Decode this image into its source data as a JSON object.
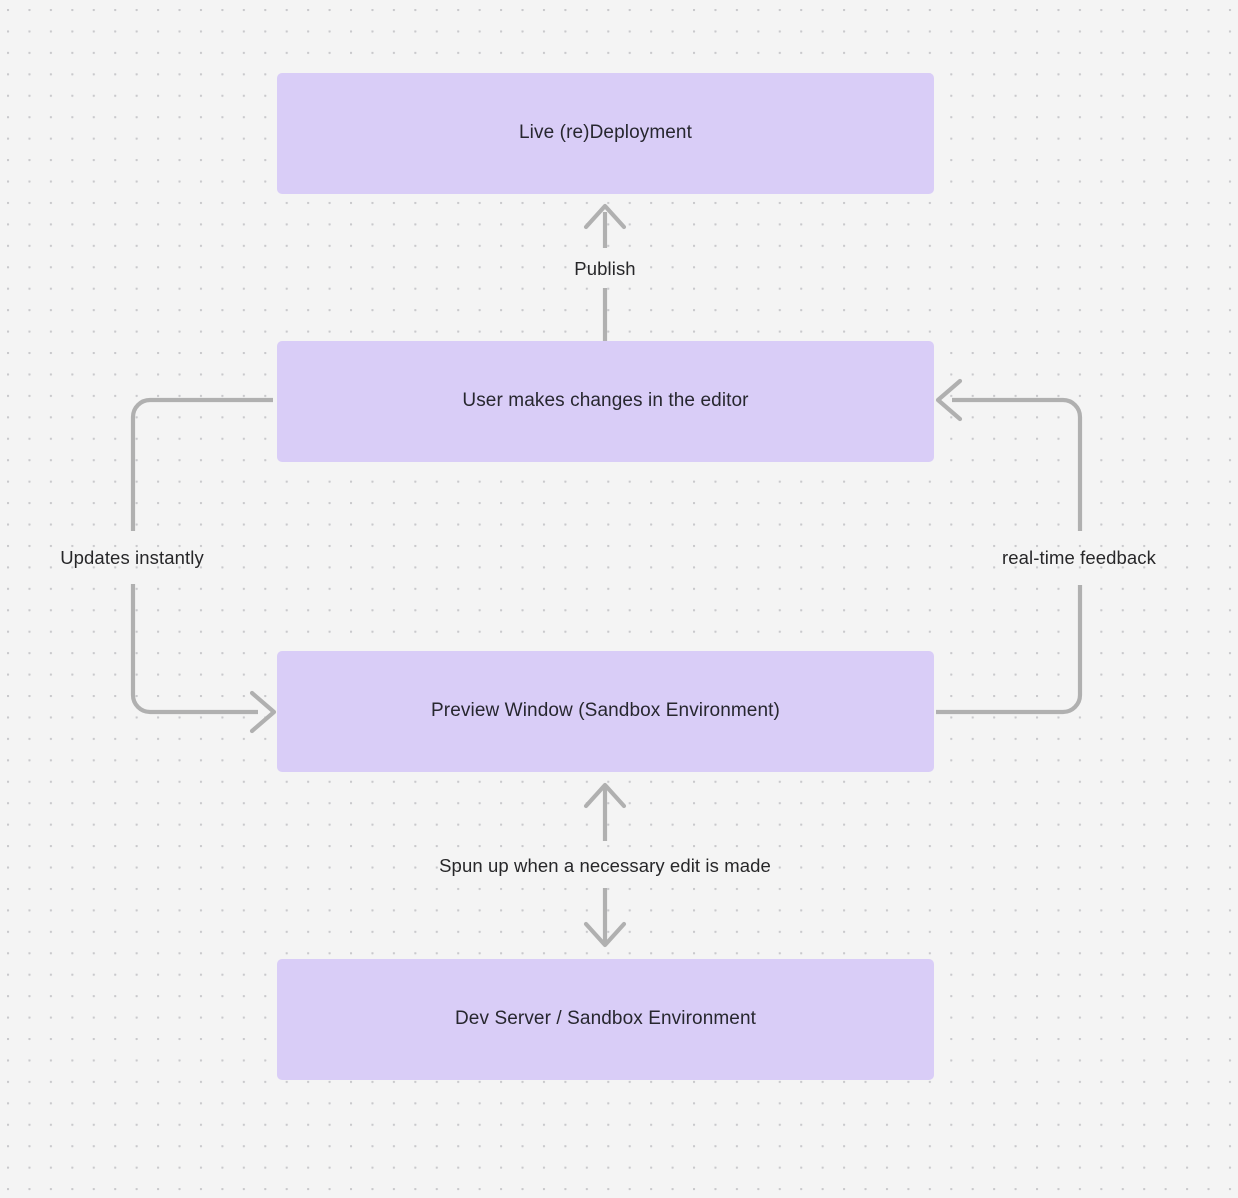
{
  "diagram": {
    "type": "flowchart",
    "background": "#f4f4f4",
    "node_color": "#d9cdf7",
    "edge_color": "#b0b0b0",
    "text_color": "#27272f",
    "nodes": [
      {
        "id": "live-deployment",
        "label": "Live (re)Deployment"
      },
      {
        "id": "user-edits",
        "label": "User makes changes in the editor"
      },
      {
        "id": "preview-window",
        "label": "Preview Window (Sandbox Environment)"
      },
      {
        "id": "dev-server",
        "label": "Dev Server / Sandbox Environment"
      }
    ],
    "edges": [
      {
        "id": "publish",
        "label": "Publish",
        "from": "user-edits",
        "to": "live-deployment"
      },
      {
        "id": "updates-instantly",
        "label": "Updates instantly",
        "from": "user-edits",
        "to": "preview-window"
      },
      {
        "id": "real-time-feedback",
        "label": "real-time feedback",
        "from": "preview-window",
        "to": "user-edits"
      },
      {
        "id": "spun-up",
        "label": "Spun up when a necessary edit is made",
        "from": "dev-server",
        "to": "preview-window"
      }
    ]
  }
}
